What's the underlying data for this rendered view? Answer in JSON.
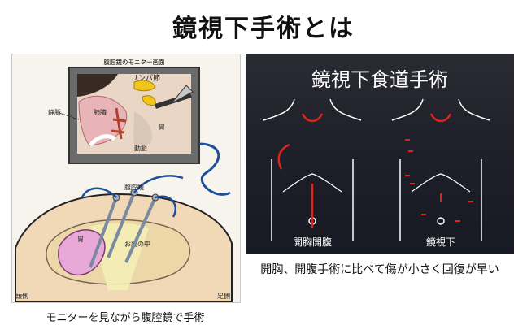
{
  "page": {
    "title": "鏡視下手術とは"
  },
  "left_illustration": {
    "monitor_label": "腹腔鏡のモニター画面",
    "lymph_label": "リンパ節",
    "lung_label": "肺臓",
    "vein_label": "静脈",
    "stomach_label": "胃",
    "artery_label": "動脈",
    "laparoscope_label": "腹腔鏡",
    "belly_stomach_label": "胃",
    "inside_belly_label": "お腹の中",
    "head_side_label": "頭側",
    "foot_side_label": "足側",
    "caption": "モニターを見ながら腹腔鏡で手術"
  },
  "right_slide": {
    "title": "鏡視下食道手術",
    "left_figure_label": "開胸開腹",
    "right_figure_label": "鏡視下",
    "caption": "開胸、開腹手術に比べて傷が小さく回復が早い",
    "colors": {
      "incision": "#e0231c",
      "outline": "#ffffff"
    }
  }
}
